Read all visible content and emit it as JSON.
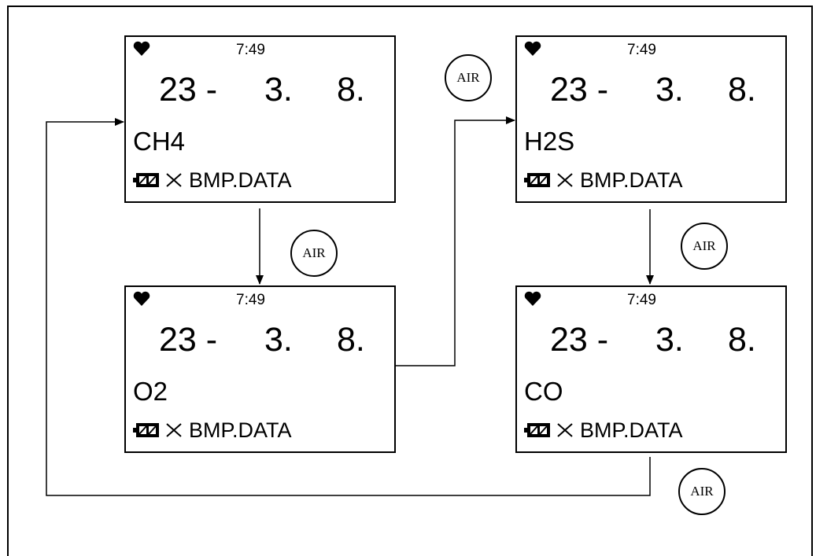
{
  "screens": [
    {
      "time": "7:49",
      "date": [
        "23 -",
        "3.",
        "8."
      ],
      "gas": "CH4",
      "status": "BMP.DATA"
    },
    {
      "time": "7:49",
      "date": [
        "23 -",
        "3.",
        "8."
      ],
      "gas": "O2",
      "status": "BMP.DATA"
    },
    {
      "time": "7:49",
      "date": [
        "23 -",
        "3.",
        "8."
      ],
      "gas": "H2S",
      "status": "BMP.DATA"
    },
    {
      "time": "7:49",
      "date": [
        "23 -",
        "3.",
        "8."
      ],
      "gas": "CO",
      "status": "BMP.DATA"
    }
  ],
  "buttons": [
    "AIR",
    "AIR",
    "AIR",
    "AIR"
  ],
  "icons": {
    "status_left": "heart-icon",
    "battery": "battery-icon",
    "cross": "cross-icon"
  }
}
